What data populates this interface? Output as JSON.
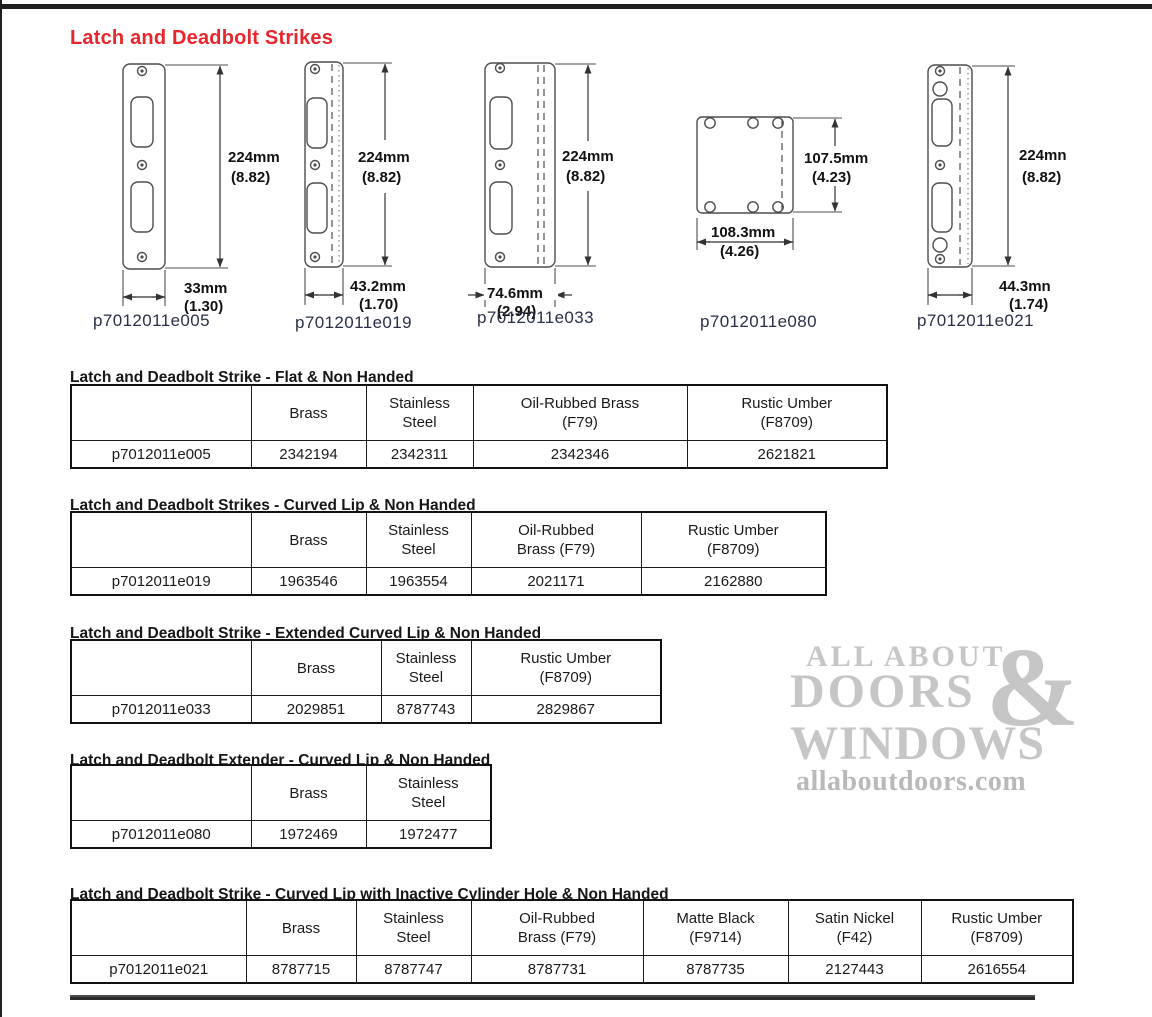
{
  "page": {
    "title": "Latch and Deadbolt Strikes"
  },
  "diagrams": [
    {
      "part": "p7012011e005",
      "height_value": "224mm",
      "height_inches": "(8.82)",
      "width_value": "33mm",
      "width_inches": "(1.30)"
    },
    {
      "part": "p7012011e019",
      "height_value": "224mm",
      "height_inches": "(8.82)",
      "width_value": "43.2mm",
      "width_inches": "(1.70)"
    },
    {
      "part": "p7012011e033",
      "height_value": "224mm",
      "height_inches": "(8.82)",
      "width_value": "74.6mm",
      "width_inches": "(2.94)"
    },
    {
      "part": "p7012011e080",
      "height_value": "107.5mm",
      "height_inches": "(4.23)",
      "width_value": "108.3mm",
      "width_inches": "(4.26)"
    },
    {
      "part": "p7012011e021",
      "height_value": "224mn",
      "height_inches": "(8.82)",
      "width_value": "44.3mn",
      "width_inches": "(1.74)"
    }
  ],
  "tables": [
    {
      "heading": "Latch and Deadbolt Strike - Flat & Non Handed",
      "columns": [
        "",
        "Brass",
        "Stainless\nSteel",
        "Oil-Rubbed Brass\n(F79)",
        "Rustic Umber\n(F8709)"
      ],
      "rows": [
        [
          "p7012011e005",
          "2342194",
          "2342311",
          "2342346",
          "2621821"
        ]
      ]
    },
    {
      "heading": "Latch and Deadbolt Strikes - Curved Lip & Non Handed",
      "columns": [
        "",
        "Brass",
        "Stainless\nSteel",
        "Oil-Rubbed\nBrass (F79)",
        "Rustic Umber\n(F8709)"
      ],
      "rows": [
        [
          "p7012011e019",
          "1963546",
          "1963554",
          "2021171",
          "2162880"
        ]
      ]
    },
    {
      "heading": "Latch and Deadbolt Strike - Extended Curved Lip & Non Handed",
      "columns": [
        "",
        "Brass",
        "Stainless\nSteel",
        "Rustic Umber\n(F8709)"
      ],
      "rows": [
        [
          "p7012011e033",
          "2029851",
          "8787743",
          "2829867"
        ]
      ]
    },
    {
      "heading": "Latch and Deadbolt Extender - Curved Lip & Non Handed",
      "columns": [
        "",
        "Brass",
        "Stainless\nSteel"
      ],
      "rows": [
        [
          "p7012011e080",
          "1972469",
          "1972477"
        ]
      ]
    },
    {
      "heading": "Latch and Deadbolt Strike - Curved Lip with Inactive Cylinder Hole & Non Handed",
      "columns": [
        "",
        "Brass",
        "Stainless\nSteel",
        "Oil-Rubbed\nBrass (F79)",
        "Matte Black\n(F9714)",
        "Satin Nickel\n(F42)",
        "Rustic Umber\n(F8709)"
      ],
      "rows": [
        [
          "p7012011e021",
          "8787715",
          "8787747",
          "8787731",
          "8787735",
          "2127443",
          "2616554"
        ]
      ]
    }
  ],
  "watermark": {
    "line1": "ALL ABOUT",
    "line2": "DOORS",
    "amp": "&",
    "line3": "WINDOWS",
    "line4": "allaboutdoors.com"
  }
}
